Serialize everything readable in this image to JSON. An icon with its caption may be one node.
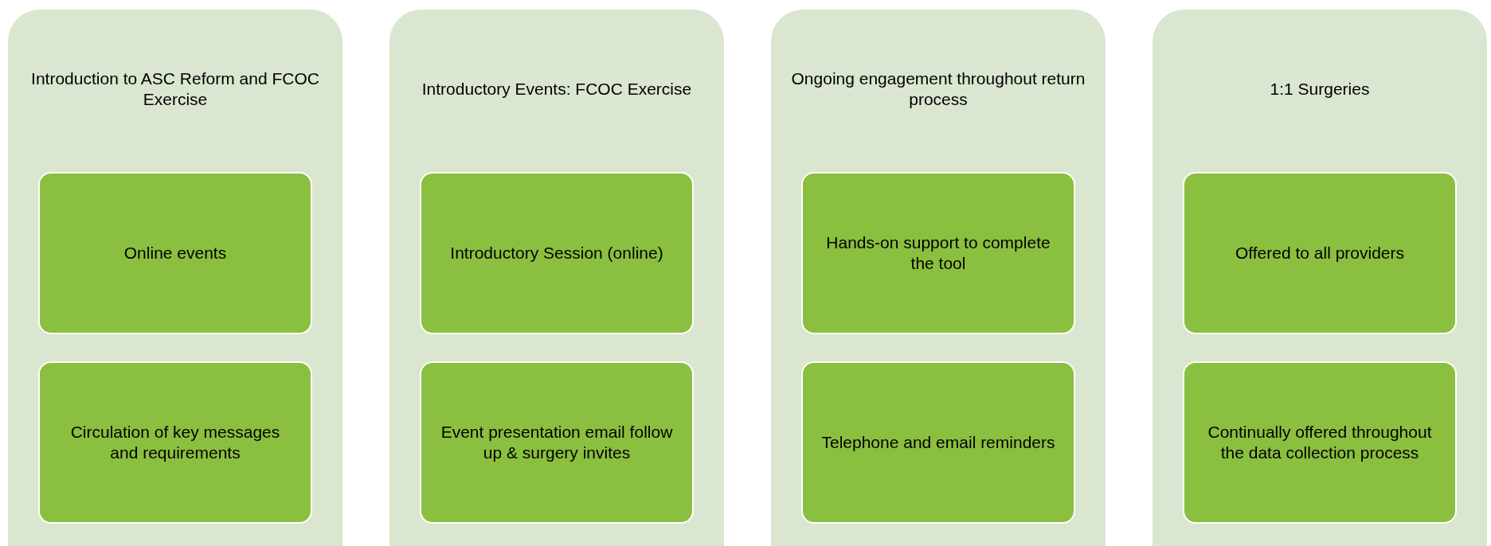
{
  "diagram": {
    "nodes": [
      {
        "text": [
          "Introduction to ASC Reform and FCOC Exercise"
        ]
      },
      {
        "text": [
          "Online events"
        ],
        "in": 0
      },
      {
        "text": [
          "Circulation of key messages and requirements"
        ],
        "in": 0
      },
      {
        "text": [
          "Introductory Events: FCOC Exercise"
        ]
      },
      {
        "text": [
          "Introductory Session (online)"
        ],
        "in": 3
      },
      {
        "text": [
          "Event presentation email follow up & surgery invites"
        ],
        "in": 3
      },
      {
        "text": [
          "Ongoing engagement throughout return process"
        ]
      },
      {
        "text": [
          "Hands-on support to complete the tool"
        ],
        "in": 6
      },
      {
        "text": [
          "Telephone and email reminders"
        ],
        "in": 6
      },
      {
        "text": [
          "1:1 Surgeries"
        ]
      },
      {
        "text": [
          "Offered to all providers"
        ],
        "in": 9
      },
      {
        "text": [
          "Continually offered throughout the data collection process"
        ],
        "in": 9
      }
    ]
  }
}
